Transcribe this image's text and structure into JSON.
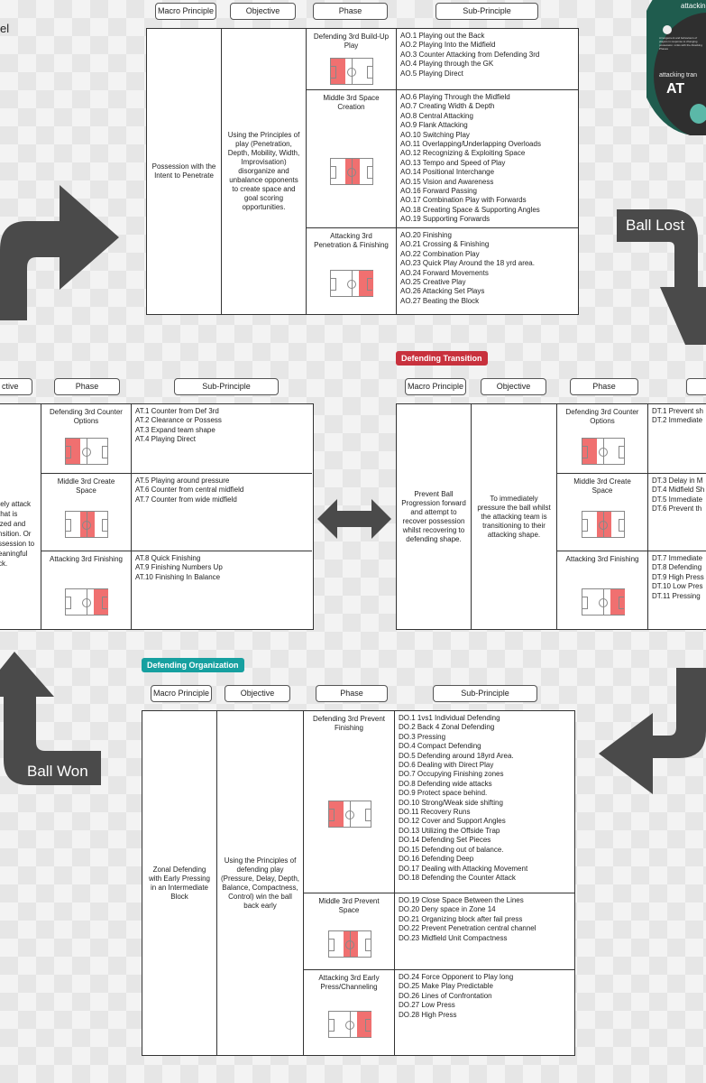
{
  "corner_label": "el",
  "badges": {
    "defending_transition": "Defending Transition",
    "defending_organization": "Defending Organization",
    "colors": {
      "transition": "#c8313d",
      "organization": "#16a0a0",
      "pitch_zone": "#f07070",
      "arrow": "#4a4a4a"
    }
  },
  "arrows": {
    "ball_lost": "Ball Lost",
    "ball_won": "Ball Won"
  },
  "logo": {
    "top_text": "attacking",
    "desc": "Arrangement and behaviours of players in response to changing possession. Links with the Attacking Phases",
    "sub_text": "attacking tran",
    "code": "AT"
  },
  "attacking_org": {
    "headers": {
      "macro": "Macro Principle",
      "objective": "Objective",
      "phase": "Phase",
      "sub": "Sub-Principle"
    },
    "macro": "Possession with the Intent to Penetrate",
    "objective": "Using the Principles of play (Penetration, Depth, Mobility, Width, Improvisation) disorganize and unbalance opponents to create space and goal scoring opportunities.",
    "phases": [
      {
        "name": "Defending 3rd Build-Up Play",
        "zone": "left",
        "subs": [
          "AO.1  Playing out the Back",
          "AO.2  Playing Into the Midfield",
          "AO.3  Counter Attacking from Defending 3rd",
          "AO.4  Playing through the GK",
          "AO.5  Playing Direct"
        ]
      },
      {
        "name": "Middle 3rd Space Creation",
        "zone": "mid",
        "subs": [
          "AO.6  Playing Through the Midfield",
          "AO.7  Creating Width & Depth",
          "AO.8  Central Attacking",
          "AO.9  Flank Attacking",
          "AO.10  Switching Play",
          "AO.11  Overlapping/Underlapping Overloads",
          "AO.12  Recognizing & Exploiting Space",
          "AO.13  Tempo and Speed of Play",
          "AO.14  Positional Interchange",
          "AO.15  Vision and Awareness",
          "AO.16  Forward Passing",
          "AO.17  Combination Play with Forwards",
          "AO.18  Creating Space & Supporting Angles",
          "AO.19  Supporting Forwards"
        ]
      },
      {
        "name": "Attacking 3rd Penetration & Finishing",
        "zone": "right",
        "subs": [
          "AO.20  Finishing",
          "AO.21  Crossing & Finishing",
          "AO.22  Combination Play",
          "AO.23  Quick Play Around the 18 yrd area.",
          "AO.24  Forward Movements",
          "AO.25  Creative Play",
          "AO.26  Attacking Set Plays",
          "AO.27  Beating the Block"
        ]
      }
    ]
  },
  "attacking_trans": {
    "headers": {
      "objective": "ctive",
      "phase": "Phase",
      "sub": "Sub-Principle"
    },
    "objective_lines": [
      "tely attack",
      "that is",
      "ized and",
      "nsition.  Or",
      "ssession to",
      "eaningful",
      "ck."
    ],
    "phases": [
      {
        "name": "Defending 3rd Counter Options",
        "zone": "left",
        "subs": [
          "AT.1  Counter from Def 3rd",
          "AT.2  Clearance or Possess",
          "AT.3  Expand team shape",
          "AT.4  Playing Direct"
        ]
      },
      {
        "name": "Middle 3rd Create Space",
        "zone": "mid",
        "subs": [
          "AT.5  Playing around pressure",
          "AT.6  Counter from central midfield",
          "AT.7  Counter from wide midfield"
        ]
      },
      {
        "name": "Attacking 3rd Finishing",
        "zone": "right",
        "subs": [
          "AT.8  Quick Finishing",
          "AT.9   Finishing Numbers Up",
          "AT.10 Finishing In Balance"
        ]
      }
    ]
  },
  "defending_trans": {
    "headers": {
      "macro": "Macro Principle",
      "objective": "Objective",
      "phase": "Phase"
    },
    "macro": "Prevent Ball Progression forward and attempt to recover possession whilst recovering to defending shape.",
    "objective": "To immediately pressure the ball whilst the attacking team is transitioning to their attacking shape.",
    "phases": [
      {
        "name": "Defending 3rd Counter Options",
        "zone": "left",
        "subs": [
          "DT.1  Prevent sh",
          "DT.2  Immediate"
        ]
      },
      {
        "name": "Middle 3rd Create Space",
        "zone": "mid",
        "subs": [
          "DT.3  Delay in M",
          "DT.4  Midfield Sh",
          "DT.5  Immediate",
          "DT.6  Prevent th"
        ]
      },
      {
        "name": "Attacking 3rd Finishing",
        "zone": "right",
        "subs": [
          "DT.7  Immediate",
          "DT.8  Defending",
          "DT.9  High Press",
          "DT.10  Low Pres",
          "DT.11  Pressing"
        ]
      }
    ]
  },
  "defending_org": {
    "headers": {
      "macro": "Macro Principle",
      "objective": "Objective",
      "phase": "Phase",
      "sub": "Sub-Principle"
    },
    "macro": "Zonal Defending with Early Pressing in an Intermediate Block",
    "objective": "Using the Principles of defending play (Pressure, Delay, Depth, Balance, Compactness, Control) win the ball back early",
    "phases": [
      {
        "name": "Defending 3rd Prevent Finishing",
        "zone": "left",
        "subs": [
          "DO.1  1vs1 Individual Defending",
          "DO.2  Back 4 Zonal Defending",
          "DO.3  Pressing",
          "DO.4  Compact Defending",
          "DO.5  Defending around 18yrd Area.",
          "DO.6  Dealing with Direct Play",
          "DO.7  Occupying Finishing zones",
          "DO.8  Defending wide attacks",
          "DO.9  Protect space behind.",
          "DO.10  Strong/Weak side shifting",
          "DO.11  Recovery Runs",
          "DO.12  Cover and Support Angles",
          "DO.13  Utilizing the Offside Trap",
          "DO.14  Defending Set Pieces",
          "DO.15  Defending out of balance.",
          "DO.16  Defending Deep",
          "DO.17  Dealing with Attacking Movement",
          "DO.18  Defending the Counter Attack"
        ]
      },
      {
        "name": "Middle 3rd Prevent Space",
        "zone": "mid",
        "subs": [
          "DO.19  Close Space Between the Lines",
          "DO.20  Deny space in Zone 14",
          "DO.21  Organizing block after fail press",
          "DO.22  Prevent Penetration central channel",
          "DO.23  Midfield Unit Compactness"
        ]
      },
      {
        "name": "Attacking 3rd Early Press/Channeling",
        "zone": "right",
        "subs": [
          "DO.24  Force Opponent to Play long",
          "DO.25  Make Play Predictable",
          "DO.26  Lines of Confrontation",
          "DO.27  Low Press",
          "DO.28  High Press"
        ]
      }
    ]
  }
}
